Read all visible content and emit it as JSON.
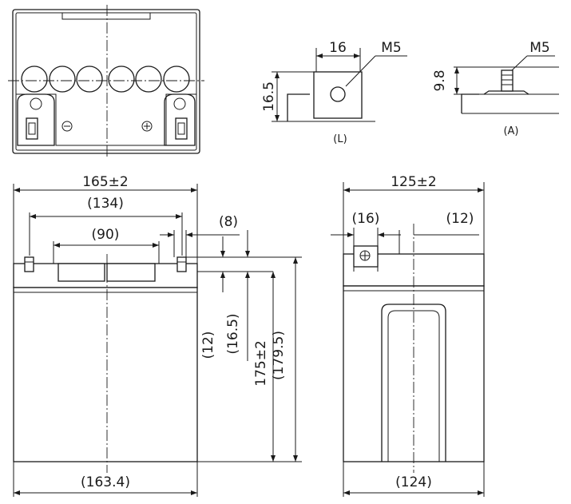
{
  "top_view": {},
  "detail_L": {
    "width": "16",
    "height": "16.5",
    "thread": "M5",
    "caption": "(L)"
  },
  "detail_A": {
    "height": "9.8",
    "thread": "M5",
    "caption": "(A)"
  },
  "front_view": {
    "overall_width": "165±2",
    "terminal_span": "(134)",
    "lid_span": "(90)",
    "terminal_offset": "(8)",
    "terminal_height_a": "(12)",
    "terminal_height_b": "(16.5)",
    "case_height": "175±2",
    "total_height": "(179.5)",
    "base_width": "(163.4)"
  },
  "side_view": {
    "overall_width": "125±2",
    "terminal_width": "(16)",
    "terminal_offset": "(12)",
    "base_width": "(124)"
  }
}
